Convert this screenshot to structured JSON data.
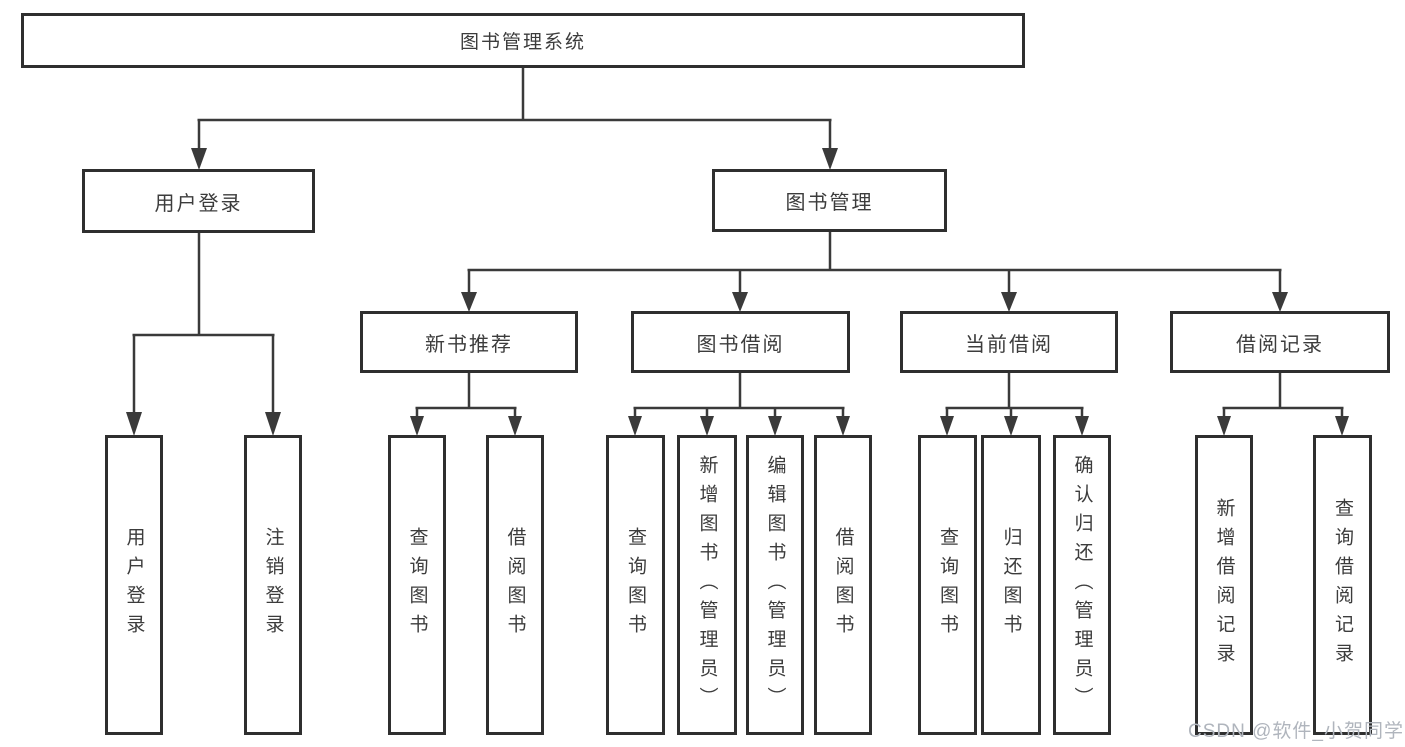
{
  "tree": {
    "root": {
      "label": "图书管理系统"
    },
    "branches": [
      {
        "label": "用户登录",
        "children": [
          {
            "label": "用户登录"
          },
          {
            "label": "注销登录"
          }
        ]
      },
      {
        "label": "图书管理",
        "children": [
          {
            "label": "新书推荐",
            "children": [
              {
                "label": "查询图书"
              },
              {
                "label": "借阅图书"
              }
            ]
          },
          {
            "label": "图书借阅",
            "children": [
              {
                "label": "查询图书"
              },
              {
                "label": "新增图书（管理员）"
              },
              {
                "label": "编辑图书（管理员）"
              },
              {
                "label": "借阅图书"
              }
            ]
          },
          {
            "label": "当前借阅",
            "children": [
              {
                "label": "查询图书"
              },
              {
                "label": "归还图书"
              },
              {
                "label": "确认归还（管理员）"
              }
            ]
          },
          {
            "label": "借阅记录",
            "children": [
              {
                "label": "新增借阅记录"
              },
              {
                "label": "查询借阅记录"
              }
            ]
          }
        ]
      }
    ]
  },
  "watermark": {
    "text": "CSDN @软件_小贺同学"
  },
  "colors": {
    "box_border": "#2f2f2f",
    "connector": "#3a3a3a",
    "text": "#3c3c3c",
    "watermark": "#b0b5bd",
    "background": "#ffffff"
  }
}
